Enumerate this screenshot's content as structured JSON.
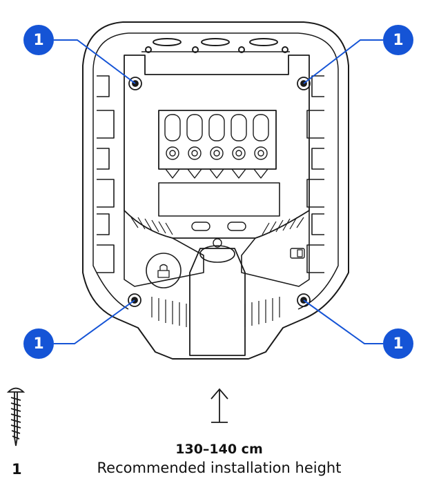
{
  "colors": {
    "accent": "#1554d6",
    "line": "#1a1a1a"
  },
  "callouts": [
    {
      "id": "top-left",
      "label": "1"
    },
    {
      "id": "top-right",
      "label": "1"
    },
    {
      "id": "bottom-left",
      "label": "1"
    },
    {
      "id": "bottom-right",
      "label": "1"
    }
  ],
  "screw": {
    "icon": "screw-icon",
    "quantity": "1"
  },
  "height": {
    "icon": "arrow-up-icon",
    "value": "130–140 cm",
    "caption": "Recommended installation height"
  }
}
